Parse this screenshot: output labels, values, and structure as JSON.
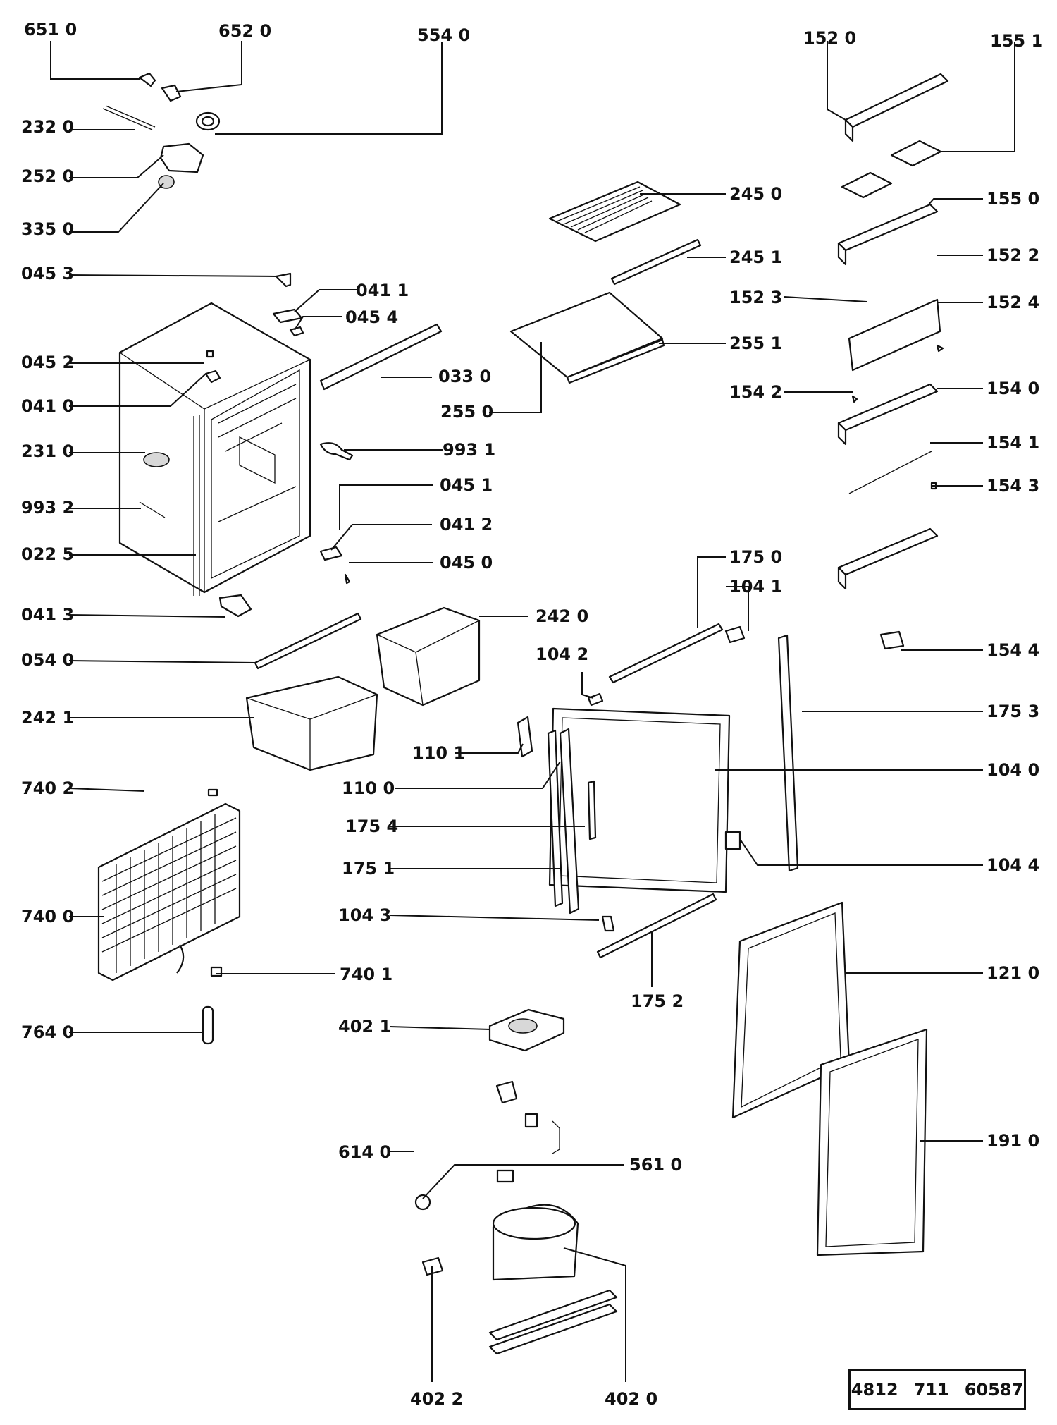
{
  "drawing_code": [
    "4812",
    "711",
    "60587"
  ],
  "labels": {
    "l6510": "651 0",
    "l6520": "652 0",
    "l5540": "554 0",
    "l2320": "232 0",
    "l2520": "252 0",
    "l3350": "335 0",
    "l0453": "045 3",
    "l0411": "041 1",
    "l0454": "045 4",
    "l0452": "045 2",
    "l0410": "041 0",
    "l0330": "033 0",
    "l2310": "231 0",
    "l9931": "993 1",
    "l9932": "993 2",
    "l0451": "045 1",
    "l0412": "041 2",
    "l0225": "022 5",
    "l0450": "045 0",
    "l0413": "041 3",
    "l0540": "054 0",
    "l2420": "242 0",
    "l2421": "242 1",
    "l1042": "104 2",
    "l1101": "110 1",
    "l1100": "110 0",
    "l7402": "740 2",
    "l1754": "175 4",
    "l1751": "175 1",
    "l7400": "740 0",
    "l1043": "104 3",
    "l7401": "740 1",
    "l7640": "764 0",
    "l4021": "402 1",
    "l6140": "614 0",
    "l5610": "561 0",
    "l4022": "402 2",
    "l4020": "402 0",
    "l1752": "175 2",
    "l2450": "245 0",
    "l2451": "245 1",
    "l2551": "255 1",
    "l2550": "255 0",
    "l1520": "152 0",
    "l1551": "155 1",
    "l1550": "155 0",
    "l1522": "152 2",
    "l1523": "152 3",
    "l1524": "152 4",
    "l1542": "154 2",
    "l1540": "154 0",
    "l1541": "154 1",
    "l1543": "154 3",
    "l1750": "175 0",
    "l1041": "104 1",
    "l1544": "154 4",
    "l1753": "175 3",
    "l1040": "104 0",
    "l1044": "104 4",
    "l1210": "121 0",
    "l1910": "191 0"
  }
}
